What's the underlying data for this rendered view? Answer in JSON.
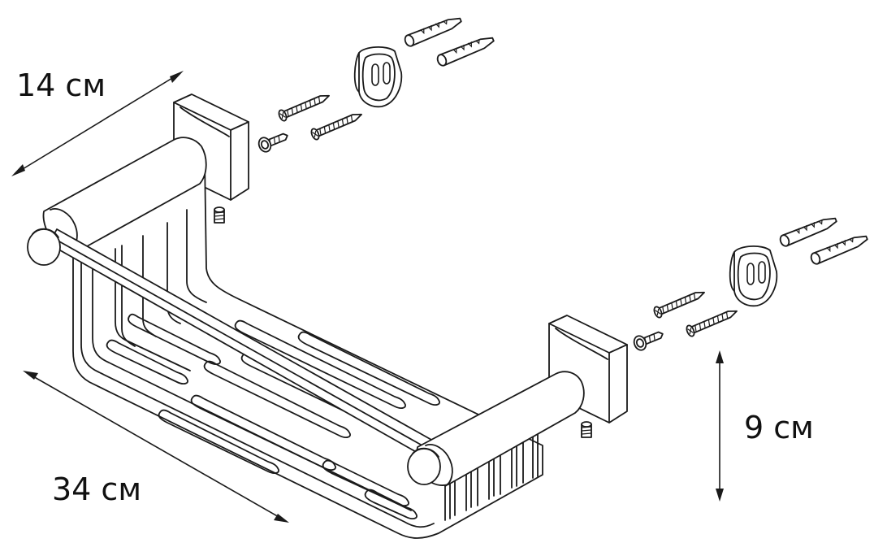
{
  "dimensions": {
    "depth": "14 см",
    "width": "34 см",
    "height": "9 см"
  }
}
